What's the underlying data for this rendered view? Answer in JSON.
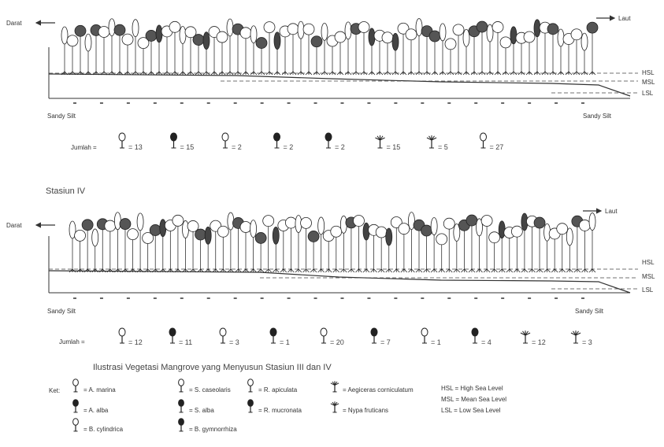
{
  "panel_top": {
    "darat": "Darat",
    "laut": "Laut",
    "hsl": "HSL",
    "msl": "MSL",
    "lsl": "LSL",
    "substrate_left": "Sandy Silt",
    "substrate_right": "Sandy Silt",
    "jumlah_label": "Jumlah =",
    "counts": [
      "= 13",
      "= 15",
      "= 2",
      "= 2",
      "= 2",
      "= 15",
      "= 5",
      "= 27"
    ],
    "tree_count": 68
  },
  "panel_bottom": {
    "station_label": "Stasiun IV",
    "darat": "Darat",
    "laut": "Laut",
    "hsl": "HSL",
    "msl": "MSL",
    "lsl": "LSL",
    "substrate_left": "Sandy Silt",
    "substrate_right": "Sandy Silt",
    "jumlah_label": "Jumlah =",
    "counts": [
      "= 12",
      "= 11",
      "= 3",
      "= 1",
      "= 20",
      "= 7",
      "= 1",
      "= 4",
      "= 12",
      "= 3"
    ],
    "tree_count": 70
  },
  "caption": "Ilustrasi Vegetasi Mangrove yang Menyusun Stasiun III dan IV",
  "legend": {
    "ket": "Ket:",
    "items": [
      {
        "label": "= A. marina",
        "icon": "a-marina-icon"
      },
      {
        "label": "= A. alba",
        "icon": "a-alba-icon"
      },
      {
        "label": "= B. cylindrica",
        "icon": "b-cylindrica-icon"
      },
      {
        "label": "= S. caseolaris",
        "icon": "s-caseolaris-icon"
      },
      {
        "label": "= S. alba",
        "icon": "s-alba-icon"
      },
      {
        "label": "= B. gymnorrhiza",
        "icon": "b-gymnorrhiza-icon"
      },
      {
        "label": "= R. apiculata",
        "icon": "r-apiculata-icon"
      },
      {
        "label": "= R. mucronata",
        "icon": "r-mucronata-icon"
      },
      {
        "label": "= Aegiceras corniculatum",
        "icon": "aegiceras-icon"
      },
      {
        "label": "= Nypa fruticans",
        "icon": "nypa-icon"
      }
    ],
    "levels": [
      "HSL = High Sea Level",
      "MSL = Mean Sea Level",
      "LSL = Low Sea Level"
    ]
  }
}
